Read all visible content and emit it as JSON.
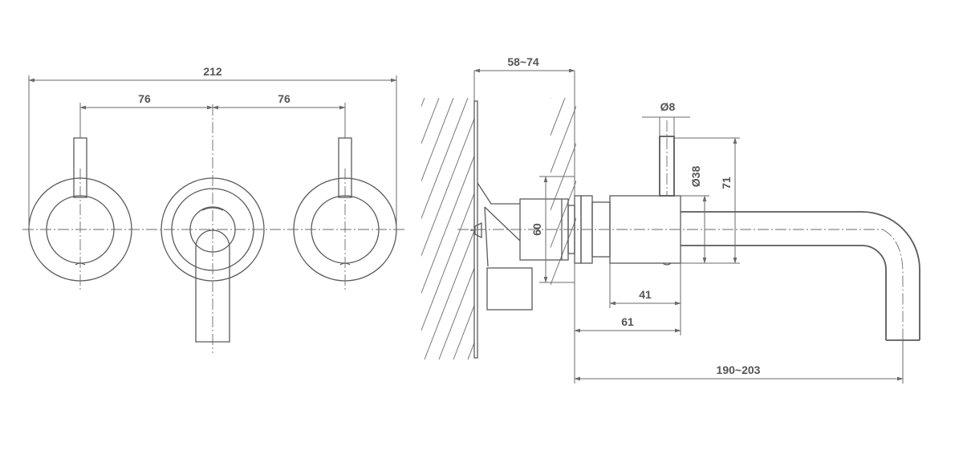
{
  "colors": {
    "line": "#5a5a5a",
    "background": "#ffffff"
  },
  "dimensions": {
    "overall_width": "212",
    "left_spacing": "76",
    "right_spacing": "76",
    "wall_depth": "58~74",
    "handle_diameter": "Ø8",
    "body_diameter": "Ø38",
    "handle_height": "71",
    "flange_height": "60",
    "body_length": "41",
    "total_body_length": "61",
    "spout_reach": "190~203"
  }
}
